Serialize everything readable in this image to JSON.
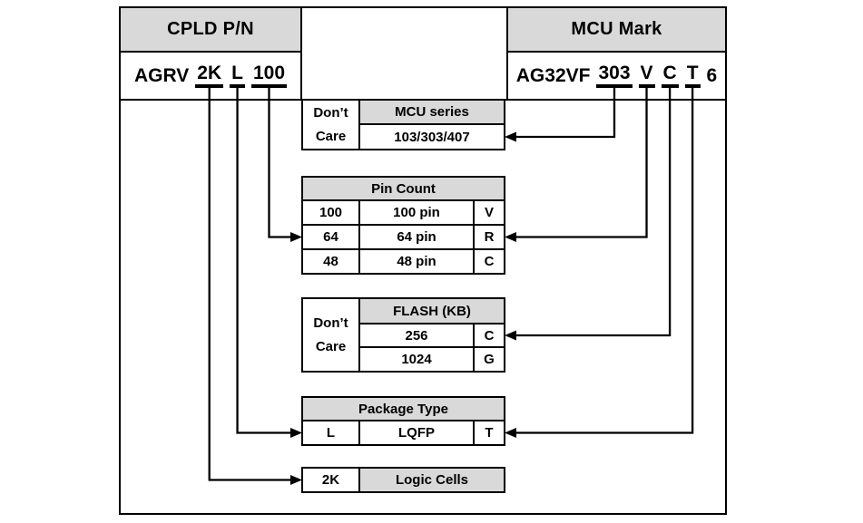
{
  "cpld": {
    "header": "CPLD P/N",
    "prefix": "AGRV",
    "seg_2k": "2K",
    "seg_l": "L",
    "seg_100": "100"
  },
  "mcu": {
    "header": "MCU Mark",
    "prefix": "AG32VF",
    "seg_303": "303",
    "seg_v": "V",
    "seg_c": "C",
    "seg_t": "T",
    "suffix": "6"
  },
  "tables": {
    "mcu_series": {
      "dont_care": "Don’t Care",
      "header": "MCU series",
      "value": "103/303/407"
    },
    "pin_count": {
      "header": "Pin Count",
      "rows": [
        {
          "code": "100",
          "desc": "100 pin",
          "mark": "V"
        },
        {
          "code": "64",
          "desc": "64 pin",
          "mark": "R"
        },
        {
          "code": "48",
          "desc": "48 pin",
          "mark": "C"
        }
      ]
    },
    "flash": {
      "dont_care": "Don’t Care",
      "header": "FLASH (KB)",
      "rows": [
        {
          "size": "256",
          "mark": "C"
        },
        {
          "size": "1024",
          "mark": "G"
        }
      ]
    },
    "package": {
      "header": "Package Type",
      "rows": [
        {
          "code": "L",
          "desc": "LQFP",
          "mark": "T"
        }
      ]
    },
    "logic": {
      "code": "2K",
      "label": "Logic Cells"
    }
  },
  "colors": {
    "header_bg": "#d9d9d9",
    "border": "#000000",
    "line": "#000000"
  },
  "connectors": [
    {
      "segment": "seg-2k",
      "table": "tbl-logic",
      "row": "cell-logic-2k",
      "side": "left"
    },
    {
      "segment": "seg-l",
      "table": "tbl-pkg",
      "row": "cell-pkg-l",
      "side": "left"
    },
    {
      "segment": "seg-100",
      "table": "tbl-pin",
      "row": "cell-pin-64",
      "side": "left"
    },
    {
      "segment": "seg-303",
      "table": "tbl-mcu-series",
      "row": "cell-mcu-val",
      "side": "right"
    },
    {
      "segment": "seg-v",
      "table": "tbl-pin",
      "row": "cell-pin-64",
      "side": "right"
    },
    {
      "segment": "seg-c",
      "table": "tbl-flash",
      "row": "cell-flash-256",
      "side": "right"
    },
    {
      "segment": "seg-t",
      "table": "tbl-pkg",
      "row": "cell-pkg-l",
      "side": "right"
    }
  ]
}
